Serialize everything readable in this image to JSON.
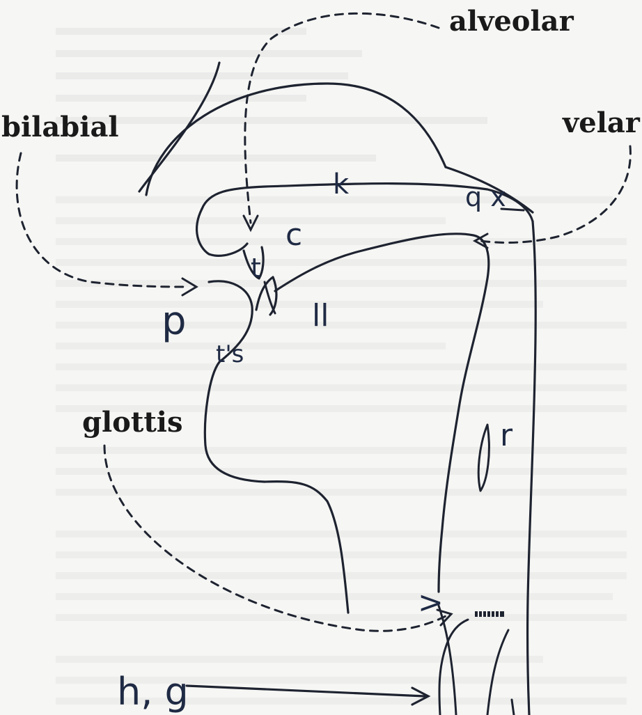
{
  "labels": {
    "alveolar": "alveolar",
    "velar": "velar",
    "bilabial": "bilabial",
    "glottis": "glottis"
  },
  "handwritten": {
    "p": "p",
    "t": "t",
    "ts": "t's",
    "c": "c",
    "k": "k",
    "qx": "q x",
    "ll": "ll",
    "r": "r",
    "gt": ">",
    "hg": "h, g"
  },
  "colors": {
    "ink": "#1e2330",
    "paper": "#f6f6f4",
    "print_label": "#1a1a1a"
  }
}
